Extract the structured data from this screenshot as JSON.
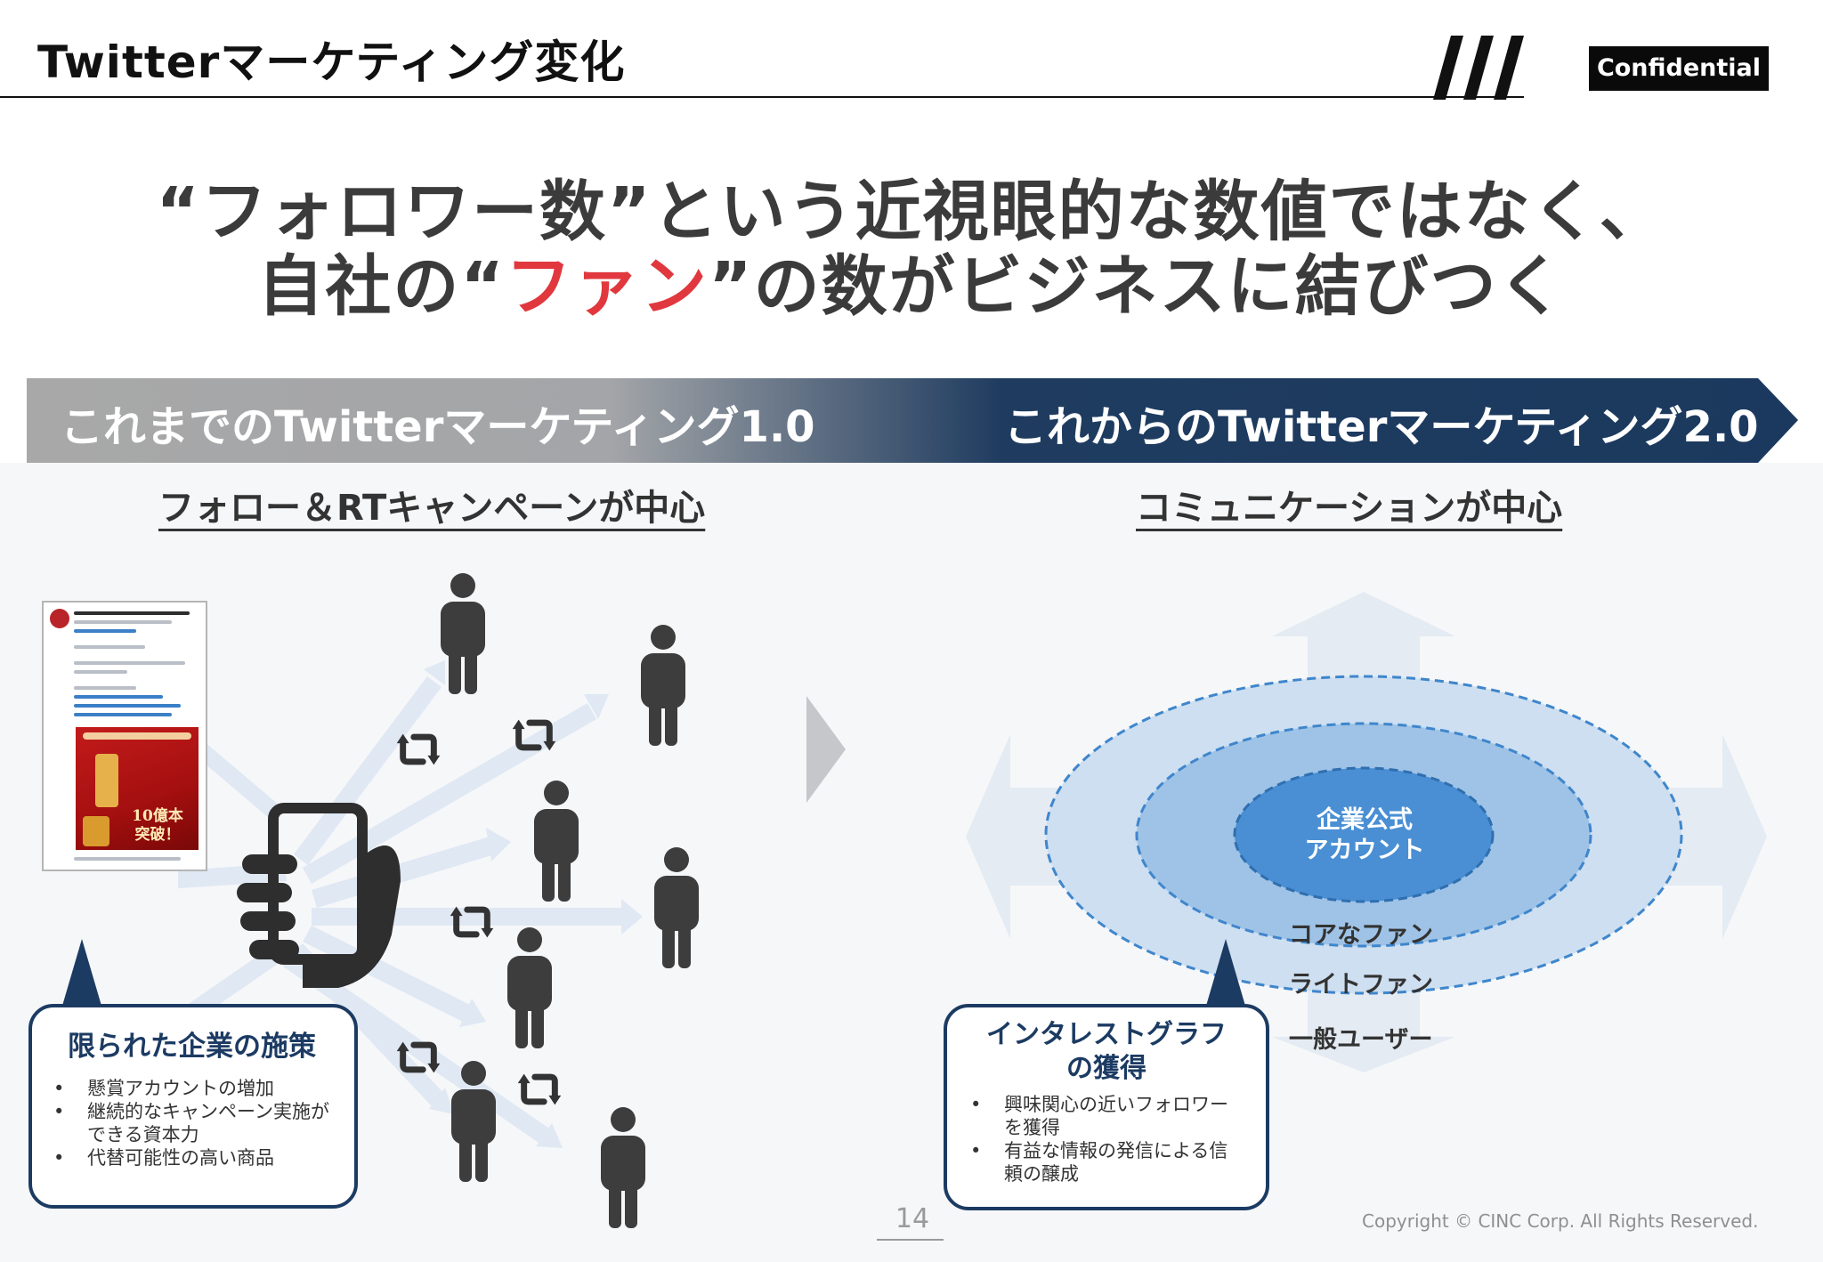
{
  "header": {
    "title": "Twitterマーケティング変化",
    "confidential_label": "Confidential"
  },
  "headline": {
    "line1": "“フォロワー数”という近視眼的な数値ではなく、",
    "line2_before": "自社の“",
    "line2_highlight": "ファン",
    "line2_after": "”の数がビジネスに結びつく"
  },
  "banner": {
    "left_label": "これまでのTwitterマーケティング1.0",
    "right_label": "これからのTwitterマーケティング2.0"
  },
  "left_panel": {
    "subheading": "フォロー＆RTキャンペーンが中心",
    "tweet_image_text": "10億本突破！",
    "callout": {
      "title": "限られた企業の施策",
      "bullets": [
        "懸賞アカウントの増加",
        "継続的なキャンペーン実施ができる資本力",
        "代替可能性の高い商品"
      ]
    }
  },
  "right_panel": {
    "subheading": "コミュニケーションが中心",
    "rings": {
      "core": "企業公式アカウント",
      "core_line1": "企業公式",
      "core_line2": "アカウント",
      "core_fans": "コアなファン",
      "light_fans": "ライトファン",
      "general_users": "一般ユーザー"
    },
    "callout": {
      "title_line1": "インタレストグラフ",
      "title_line2": "の獲得",
      "bullets": [
        "興味関心の近いフォロワーを獲得",
        "有益な情報の発信による信頼の醸成"
      ]
    }
  },
  "footer": {
    "page_number": "14",
    "copyright": "Copyright © CINC Corp. All Rights Reserved."
  },
  "colors": {
    "accent_red": "#e0383e",
    "navy": "#1c3b63",
    "gray_banner": "#a6a6a6",
    "ring_outer": "#cddff1",
    "ring_middle": "#9fc3e6",
    "ring_core": "#4a8fd4"
  },
  "icons": [
    "slash-icon",
    "person-icon",
    "retweet-icon",
    "smartphone-hand-icon",
    "play-triangle-icon",
    "four-way-arrow-icon"
  ]
}
